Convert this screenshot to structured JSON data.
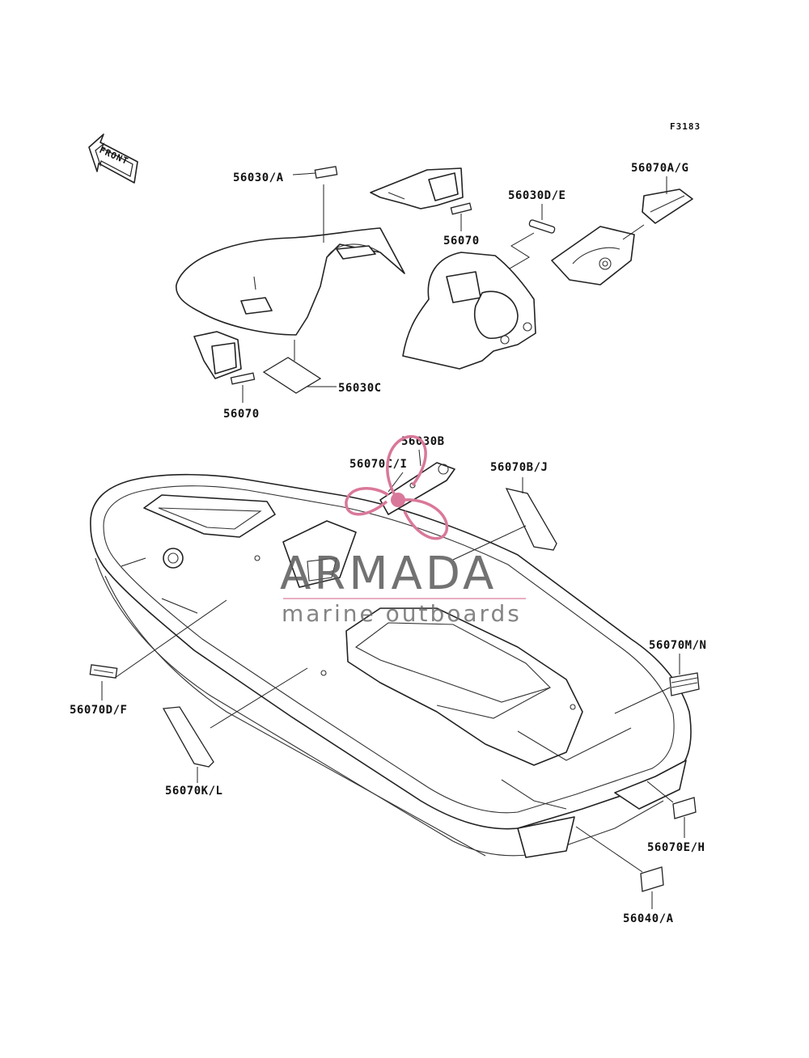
{
  "figure_code": "F3183",
  "front_arrow_label": "FRONT",
  "labels": {
    "p56030a": "56030/A",
    "p56070_top": "56070",
    "p56030de": "56030D/E",
    "p56070ag": "56070A/G",
    "p56030c": "56030C",
    "p56070_left": "56070",
    "p56030b": "56030B",
    "p56070ci": "56070C/I",
    "p56070bj": "56070B/J",
    "p56070mn": "56070M/N",
    "p56070df": "56070D/F",
    "p56070kl": "56070K/L",
    "p56070eh": "56070E/H",
    "p56040a": "56040/A"
  },
  "watermark": {
    "brand": "ARMADA",
    "tagline": "marine outboards",
    "accent_color": "#d9789a",
    "text_color": "#5a5a5a"
  }
}
